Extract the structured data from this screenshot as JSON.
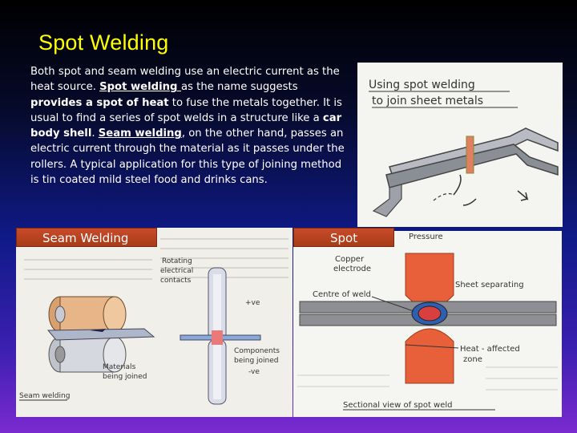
{
  "slide": {
    "title": "Spot Welding",
    "body": {
      "t1": "Both spot and seam welding use an electric current as the heat source. ",
      "t2": "Spot welding ",
      "t3": "as the name suggests ",
      "t4": "provides a spot of heat",
      "t5": " to fuse the metals together. It is usual to find a series of spot welds in a structure like a ",
      "t6": "car body shell",
      "t7": ". ",
      "t8": "Seam welding",
      "t9": ", on the other hand, passes an electric current through the material as it passes under the rollers. A typical application for this type of joining method is tin coated mild steel food and drinks cans."
    }
  },
  "labels": {
    "seam": "Seam Welding",
    "spot": "Spot"
  },
  "figure1": {
    "caption_line1": "Using spot welding",
    "caption_line2": "to join sheet metals"
  },
  "figure2": {
    "rotating": "Rotating",
    "electrical": "electrical",
    "contacts": "contacts",
    "plus": "+ve",
    "components": "Components",
    "being_joined": "being joined",
    "minus": "-ve",
    "materials": "Materials",
    "materials_joined": "being joined",
    "seam_caption": "Seam welding"
  },
  "figure3": {
    "pressure": "Pressure",
    "copper": "Copper",
    "electrode": "electrode",
    "centre": "Centre of weld",
    "sheet": "Sheet separating",
    "heat": "Heat - affected",
    "zone": "zone",
    "sectional": "Sectional view of spot weld"
  },
  "colors": {
    "title": "#ffff00",
    "label_bar": "#b8441e",
    "electrode": "#e0603a"
  }
}
